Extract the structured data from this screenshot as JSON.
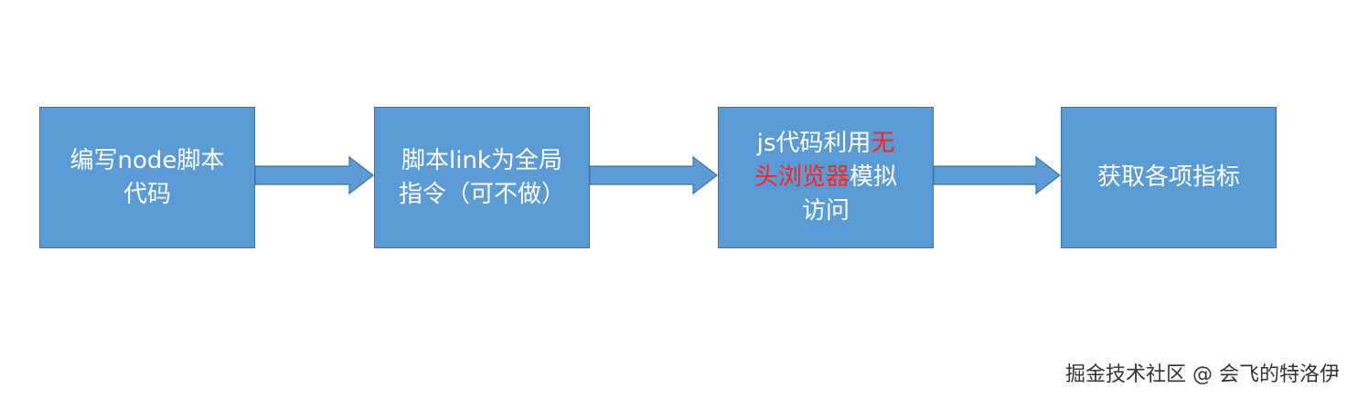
{
  "flow": {
    "steps": [
      {
        "line1": "编写node脚本",
        "line2": "代码"
      },
      {
        "line1": "脚本link为全局",
        "line2": "指令（可不做）"
      },
      {
        "line1_a": "js代码利用",
        "line1_b": "无",
        "line2_a": "头浏览器",
        "line2_b": "模拟",
        "line3": "访问"
      },
      {
        "line1": "获取各项指标"
      }
    ]
  },
  "watermark": "掘金技术社区 @ 会飞的特洛伊",
  "colors": {
    "box_fill": "#5b9bd5",
    "box_border": "#41719c",
    "box_text": "#ffffff",
    "highlight_text": "#ff1f1f",
    "arrow_fill": "#5b9bd5"
  }
}
